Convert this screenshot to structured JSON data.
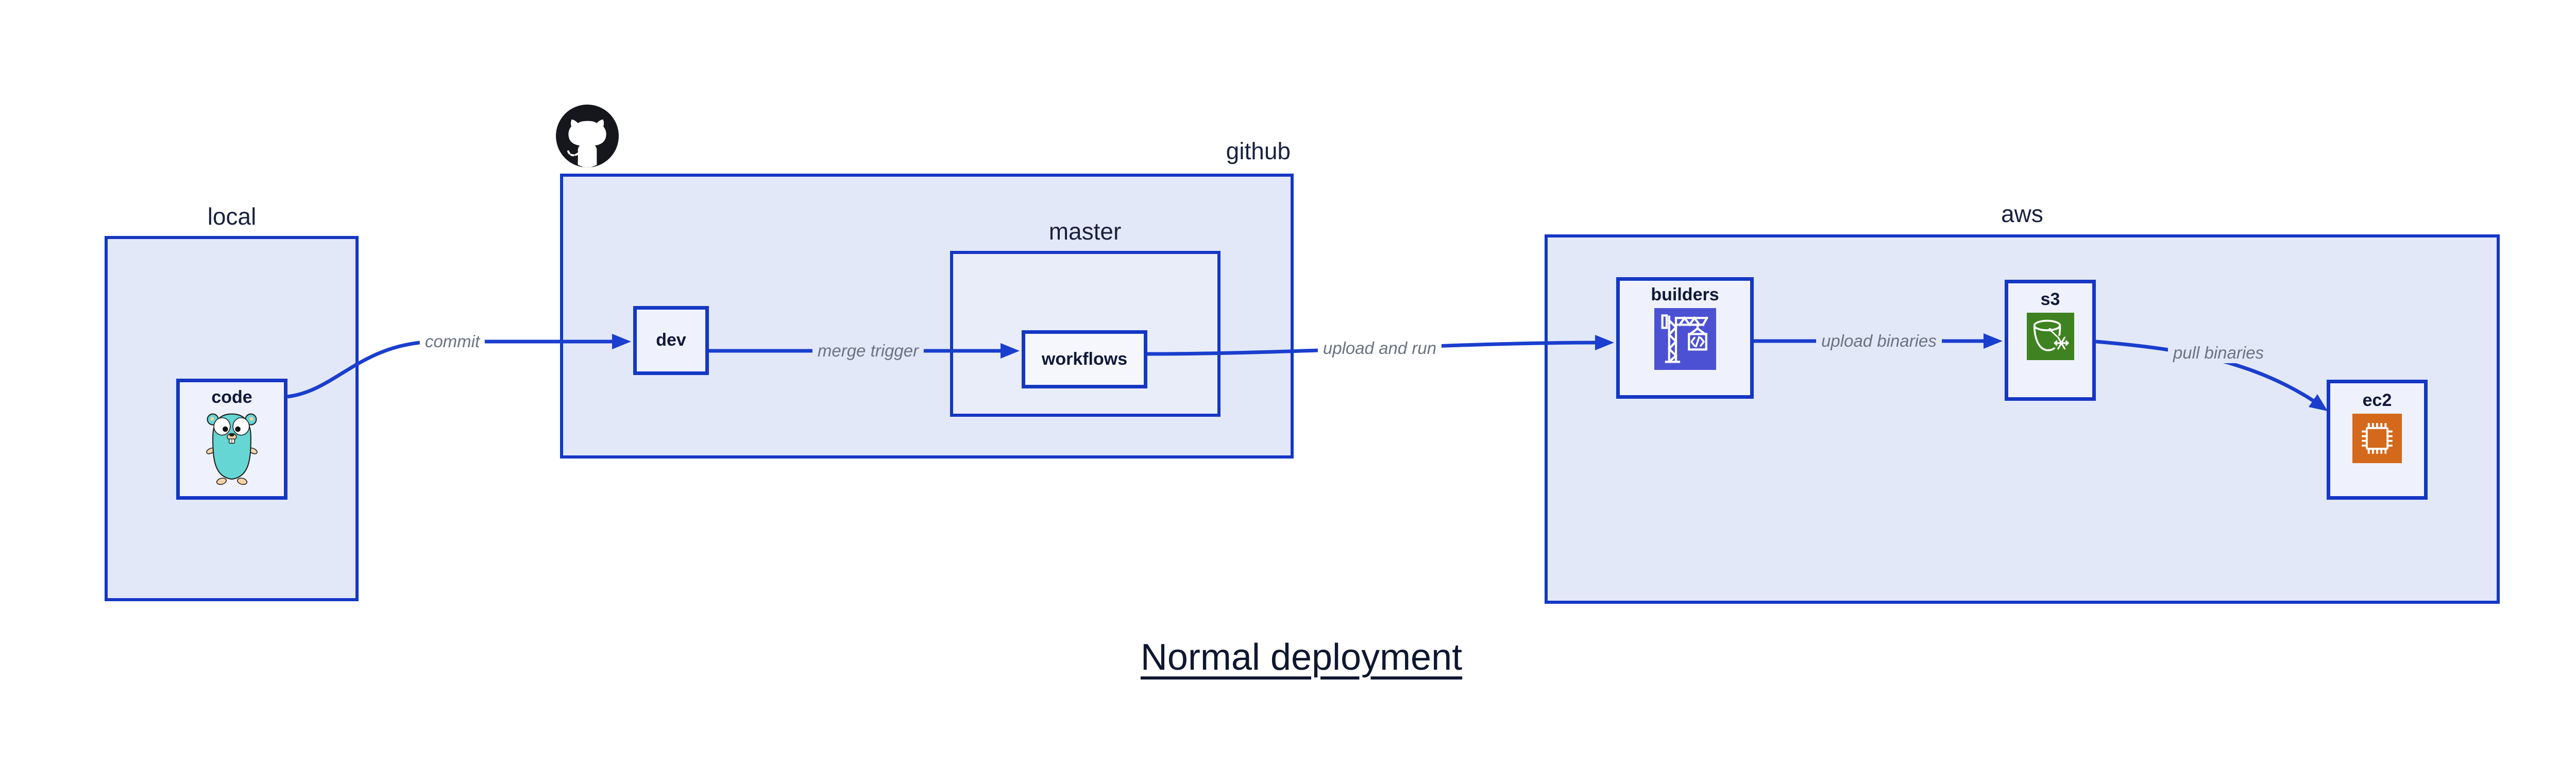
{
  "diagram_title": "Normal deployment",
  "clusters": {
    "local": {
      "label": "local"
    },
    "github": {
      "label": "github"
    },
    "master": {
      "label": "master"
    },
    "aws": {
      "label": "aws"
    }
  },
  "nodes": {
    "code": {
      "label": "code",
      "icon": "go-gopher-icon"
    },
    "dev": {
      "label": "dev"
    },
    "workflows": {
      "label": "workflows"
    },
    "builders": {
      "label": "builders",
      "icon": "aws-codebuild-crane-icon"
    },
    "s3": {
      "label": "s3",
      "icon": "aws-s3-glacier-bucket-icon"
    },
    "ec2": {
      "label": "ec2",
      "icon": "aws-ec2-chip-icon"
    }
  },
  "edges": {
    "commit": {
      "label": "commit",
      "from": "code",
      "to": "dev"
    },
    "merge_trigger": {
      "label": "merge trigger",
      "from": "dev",
      "to": "workflows"
    },
    "upload_and_run": {
      "label": "upload and run",
      "from": "workflows",
      "to": "builders"
    },
    "upload_binaries": {
      "label": "upload binaries",
      "from": "builders",
      "to": "s3"
    },
    "pull_binaries": {
      "label": "pull binaries",
      "from": "s3",
      "to": "ec2"
    }
  },
  "icons": {
    "github_logo": "github-octocat-icon"
  },
  "colors": {
    "border_blue": "#1537c4",
    "arrow_blue": "#1a3ecd",
    "cluster_fill": "#e2e8f8",
    "nested_cluster_fill": "#e9edfa",
    "node_fill": "#eff2fc",
    "edge_label_gray": "#6b7280",
    "text_navy": "#131b38",
    "codebuild_purple": "#4b51d2",
    "s3_green": "#3e8221",
    "ec2_orange": "#d4691c",
    "gopher_teal": "#65d6d3",
    "github_black": "#15171c"
  }
}
